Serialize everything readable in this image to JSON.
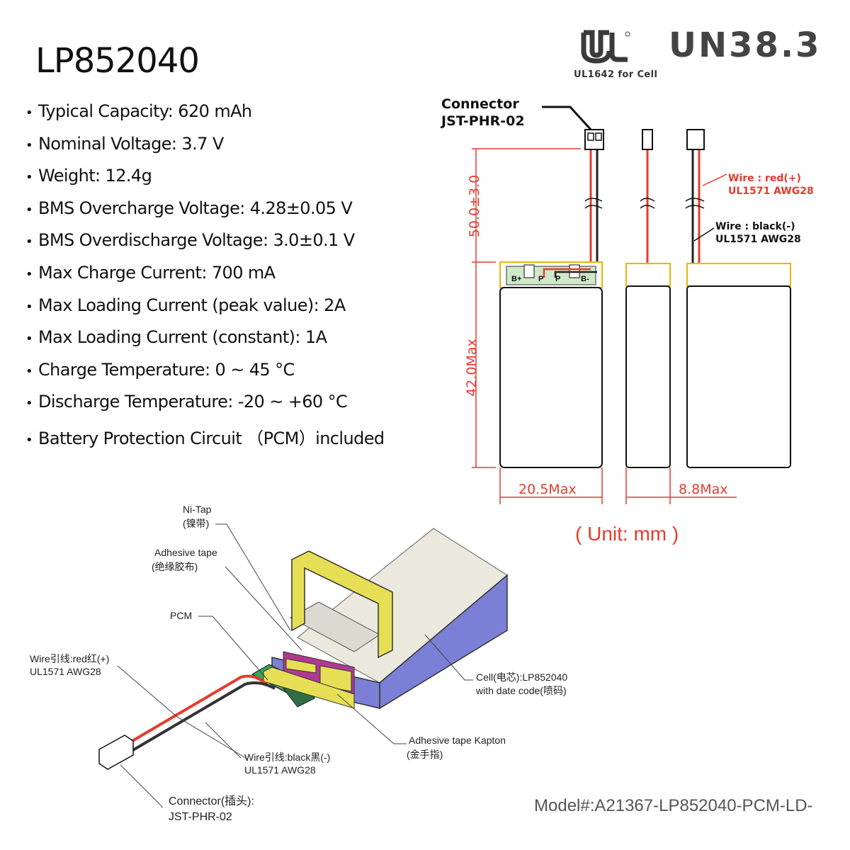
{
  "title": "LP852040",
  "specs": [
    "Typical Capacity: 620 mAh",
    "Nominal Voltage: 3.7 V",
    "Weight: 12.4g",
    "BMS Overcharge Voltage: 4.28±0.05 V",
    "BMS Overdischarge Voltage: 3.0±0.1 V",
    "Max Charge Current: 700 mA",
    "Max Loading Current (peak value): 2A",
    "Max Loading Current (constant): 1A",
    "Charge Temperature: 0 ~ 45 °C",
    "Discharge Temperature: -20 ~ +60 °C",
    "Battery Protection Circuit （PCM）included"
  ],
  "certs": {
    "ul_text": "UL1642 for Cell",
    "un": "UN38.3"
  },
  "drawing": {
    "connector_label": "Connector",
    "connector_model": "JST-PHR-02",
    "wire_red": "Wire : red(+)",
    "wire_red_spec": "UL1571 AWG28",
    "wire_black": "Wire : black(-)",
    "wire_black_spec": "UL1571 AWG28",
    "dim_lead": "50.0±3.0",
    "dim_height": "42.0Max",
    "dim_width": "20.5Max",
    "dim_thick": "8.8Max",
    "pcb_b_plus": "B+",
    "pcb_b_minus": "B-",
    "pcb_p1": "P",
    "pcb_p2": "P",
    "unit": "( Unit: mm )"
  },
  "exploded": {
    "nitap": "Ni-Tap",
    "nitap_cn": "(镍带)",
    "adhesive": "Adhesive tape",
    "adhesive_cn": "(绝缘胶布)",
    "pcm": "PCM",
    "wire_red": "Wire引线:red红(+)",
    "wire_red_spec": "UL1571 AWG28",
    "cell": "Cell(电芯):LP852040",
    "cell_date": "with date code(喷码)",
    "kapton": "Adhesive tape Kapton",
    "kapton_cn": "(金手指)",
    "wire_black": "Wire引线:black黑(-)",
    "wire_black_spec": "UL1571 AWG28",
    "connector": "Connector(插头):",
    "connector_model": "JST-PHR-02"
  },
  "model": "Model#:A21367-LP852040-PCM-LD-",
  "colors": {
    "accent_red": "#e53b2f",
    "cell_blue": "#7b7fd6",
    "tape_yellow": "#e6df55",
    "pcm_green": "#3aa65a",
    "kapton_magenta": "#b03a90"
  }
}
